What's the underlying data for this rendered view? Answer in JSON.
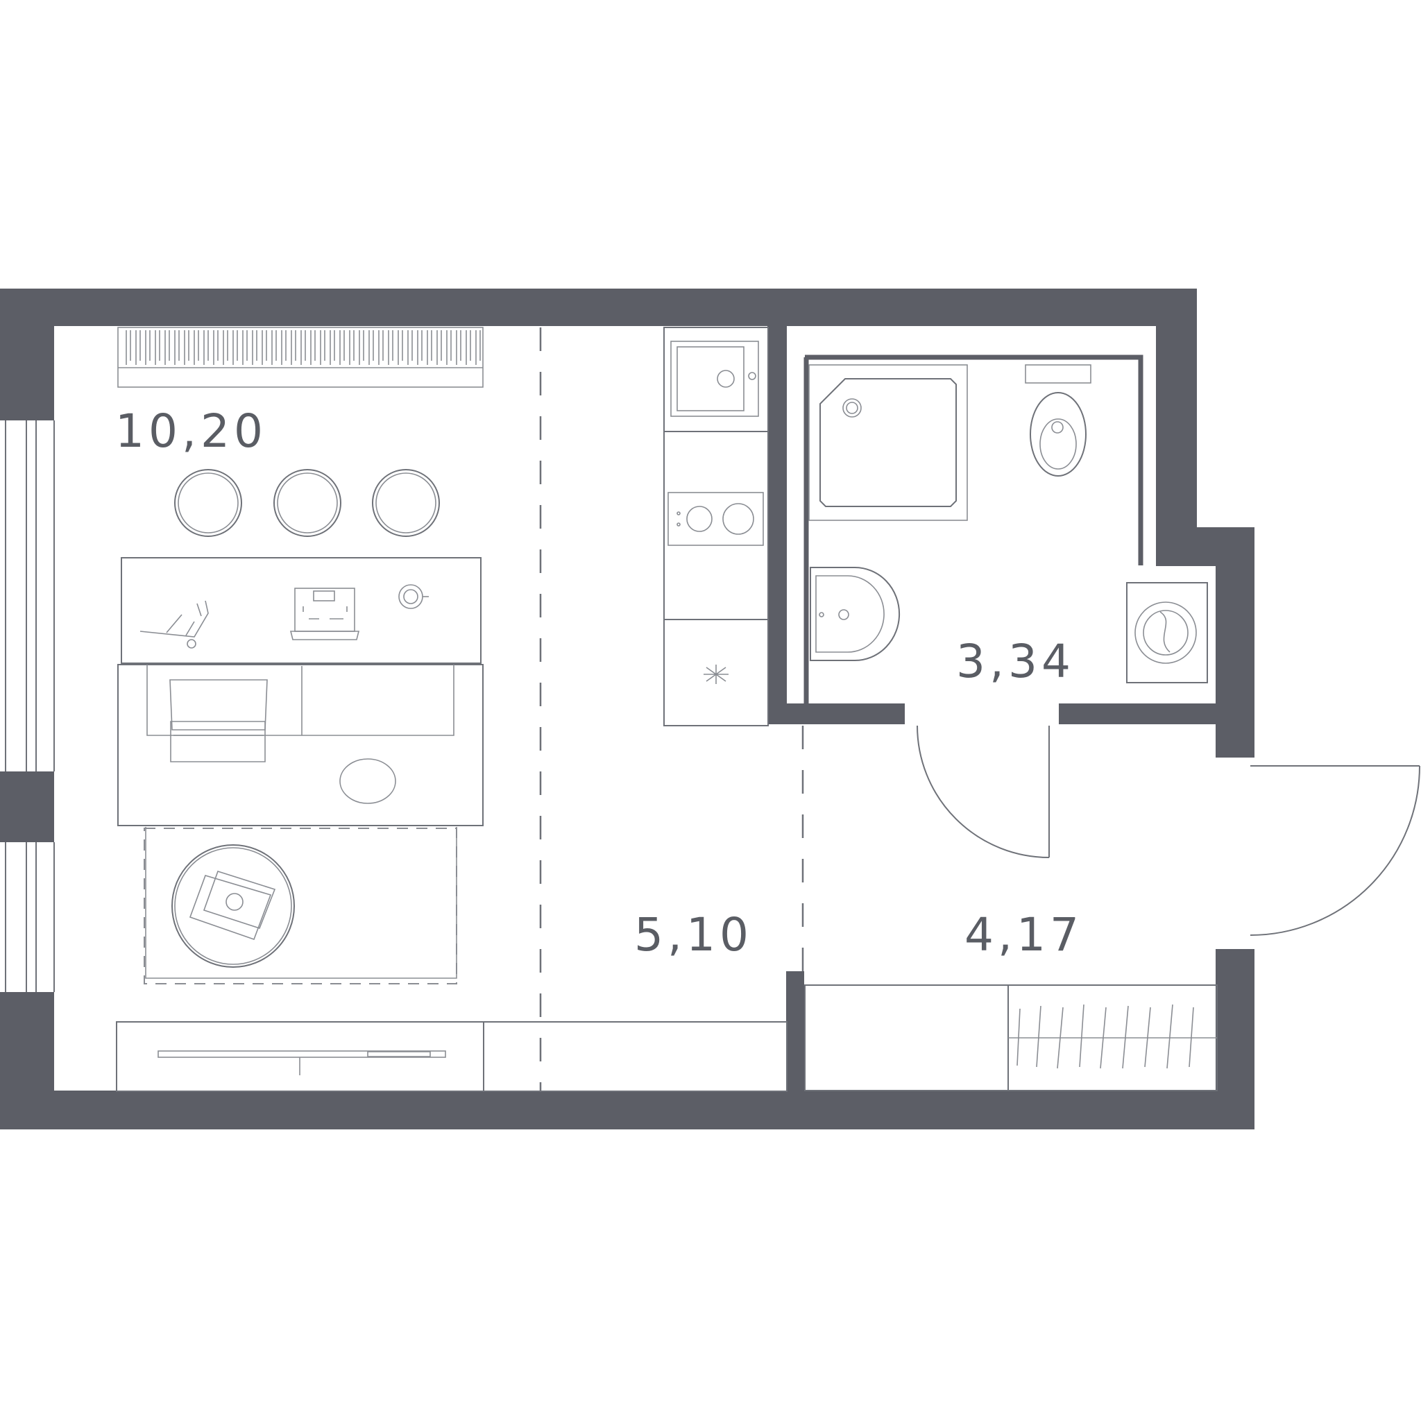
{
  "colors": {
    "wall": "#5c5e66",
    "line": "#6e7178",
    "label": "#5a5d64"
  },
  "rooms": [
    {
      "id": "living",
      "area": "10,20"
    },
    {
      "id": "kitchen",
      "area": "5,10"
    },
    {
      "id": "bathroom",
      "area": "3,34"
    },
    {
      "id": "hallway",
      "area": "4,17"
    }
  ]
}
